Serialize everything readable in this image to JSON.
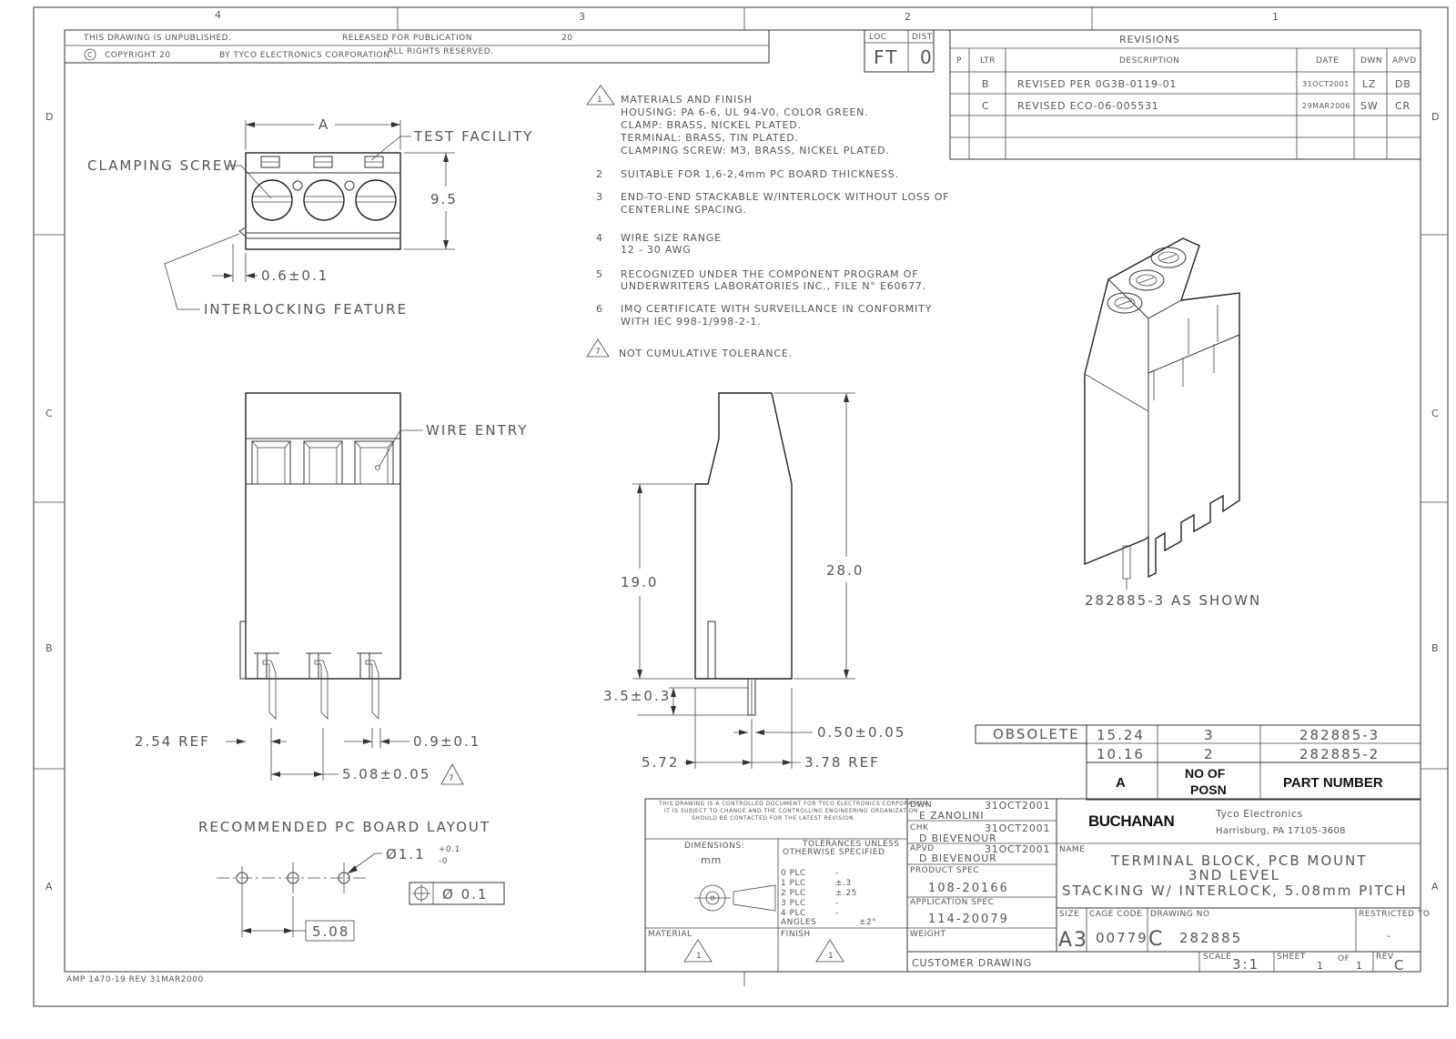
{
  "zones": {
    "top": [
      "4",
      "3",
      "2",
      "1"
    ],
    "side": [
      "D",
      "C",
      "B",
      "A"
    ]
  },
  "header": {
    "unpublished": "THIS DRAWING IS UNPUBLISHED.",
    "released": "RELEASED FOR PUBLICATION",
    "released_year": "20",
    "copyright": "COPYRIGHT 20",
    "by": "BY TYCO ELECTRONICS CORPORATION.",
    "rights": "ALL RIGHTS RESERVED.",
    "loc_label": "LOC",
    "loc_value": "FT",
    "dist_label": "DIST",
    "dist_value": "0"
  },
  "revisions": {
    "title": "REVISIONS",
    "p_label": "P",
    "columns": [
      "LTR",
      "DESCRIPTION",
      "DATE",
      "DWN",
      "APVD"
    ],
    "rows": [
      {
        "ltr": "B",
        "desc": "REVISED PER 0G3B-0119-01",
        "date": "31OCT2001",
        "dwn": "LZ",
        "apvd": "DB"
      },
      {
        "ltr": "C",
        "desc": "REVISED ECO-06-005531",
        "date": "29MAR2006",
        "dwn": "SW",
        "apvd": "CR"
      }
    ]
  },
  "notes": [
    {
      "num": "1",
      "lines": [
        "MATERIALS AND FINISH",
        "HOUSING: PA 6-6, UL 94-V0, COLOR GREEN.",
        "CLAMP: BRASS, NICKEL PLATED.",
        "TERMINAL: BRASS, TIN PLATED.",
        "CLAMPING SCREW: M3, BRASS, NICKEL PLATED."
      ]
    },
    {
      "num": "2",
      "lines": [
        "SUITABLE FOR 1,6-2,4mm PC BOARD THICKNESS."
      ]
    },
    {
      "num": "3",
      "lines": [
        "END-TO-END STACKABLE W/INTERLOCK WITHOUT LOSS OF",
        "CENTERLINE SPACING."
      ]
    },
    {
      "num": "4",
      "lines": [
        "WIRE SIZE RANGE",
        "12 - 30 AWG"
      ]
    },
    {
      "num": "5",
      "lines": [
        "RECOGNIZED UNDER THE COMPONENT PROGRAM OF",
        "UNDERWRITERS LABORATORIES INC., FILE N° E60677."
      ]
    },
    {
      "num": "6",
      "lines": [
        "IMQ CERTIFICATE WITH SURVEILLANCE IN CONFORMITY",
        "WITH IEC 998-1/998-2-1."
      ]
    },
    {
      "num": "7",
      "lines": [
        "NOT CUMULATIVE TOLERANCE."
      ]
    }
  ],
  "top_view": {
    "dim_a": "A",
    "test_facility": "TEST FACILITY",
    "clamping_screw": "CLAMPING SCREW",
    "height": "9.5",
    "offset": "0.6±0.1",
    "interlocking": "INTERLOCKING FEATURE"
  },
  "front_view": {
    "wire_entry": "WIRE ENTRY",
    "ref": "2.54 REF",
    "pin_width": "0.9±0.1",
    "pitch": "5.08±0.05",
    "pitch_note": "7"
  },
  "side_view": {
    "h1": "19.0",
    "h2": "28.0",
    "pin_len": "3.5±0.3",
    "pin_thk": "0.50±0.05",
    "w1": "5.72",
    "w2": "3.78 REF"
  },
  "iso_view": {
    "caption": "282885-3 AS SHOWN"
  },
  "pcb_layout": {
    "title": "RECOMMENDED PC BOARD LAYOUT",
    "hole": "Ø1.1",
    "tol_plus": "+0.1",
    "tol_minus": "-0",
    "pos_tol": "Ø 0.1",
    "spacing": "5.08"
  },
  "parts_table": {
    "obsolete": "OBSOLETE",
    "rows": [
      {
        "a": "15.24",
        "posn": "3",
        "part": "282885-3"
      },
      {
        "a": "10.16",
        "posn": "2",
        "part": "282885-2"
      }
    ],
    "hdr_a": "A",
    "hdr_posn": "NO OF POSN",
    "hdr_part": "PART NUMBER"
  },
  "title_block": {
    "control_note": "THIS DRAWING IS A CONTROLLED DOCUMENT FOR TYCO ELECTRONICS CORPORATION. IT IS SUBJECT TO CHANGE AND THE CONTROLLING ENGINEERING ORGANIZATION SHOULD BE CONTACTED FOR THE LATEST REVISION.",
    "dimensions_label": "DIMENSIONS:",
    "dimensions_unit": "mm",
    "tolerances_label": "TOLERANCES UNLESS OTHERWISE SPECIFIED",
    "tolerances": [
      {
        "k": "0 PLC",
        "v": "-"
      },
      {
        "k": "1 PLC",
        "v": "±.3"
      },
      {
        "k": "2 PLC",
        "v": "±.25"
      },
      {
        "k": "3 PLC",
        "v": "-"
      },
      {
        "k": "4 PLC",
        "v": "-"
      },
      {
        "k": "ANGLES",
        "v": "±2°"
      }
    ],
    "material_label": "MATERIAL",
    "finish_label": "FINISH",
    "dwn_label": "DWN",
    "dwn_name": "E ZANOLINI",
    "dwn_date": "31OCT2001",
    "chk_label": "CHK",
    "chk_name": "D BIEVENOUR",
    "chk_date": "31OCT2001",
    "apvd_label": "APVD",
    "apvd_name": "D BIEVENOUR",
    "apvd_date": "31OCT2001",
    "product_spec_label": "PRODUCT SPEC",
    "product_spec": "108-20166",
    "app_spec_label": "APPLICATION SPEC",
    "app_spec": "114-20079",
    "weight_label": "WEIGHT",
    "customer": "CUSTOMER DRAWING",
    "logo": "BUCHANAN",
    "company": "Tyco Electronics",
    "address": "Harrisburg, PA 17105-3608",
    "name_label": "NAME",
    "name_lines": [
      "TERMINAL BLOCK, PCB MOUNT",
      "3ND LEVEL",
      "STACKING W/ INTERLOCK, 5.08mm PITCH"
    ],
    "size_label": "SIZE",
    "size": "A3",
    "cage_label": "CAGE CODE",
    "cage": "00779",
    "dwg_label": "DRAWING NO",
    "dwg_prefix": "C",
    "dwg_no": "282885",
    "restricted_label": "RESTRICTED TO",
    "restricted": "-",
    "scale_label": "SCALE",
    "scale": "3:1",
    "sheet_label": "SHEET",
    "sheet": "1",
    "of_label": "OF",
    "of": "1",
    "rev_label": "REV",
    "rev": "C"
  },
  "form_no": "AMP 1470-19 REV 31MAR2000"
}
